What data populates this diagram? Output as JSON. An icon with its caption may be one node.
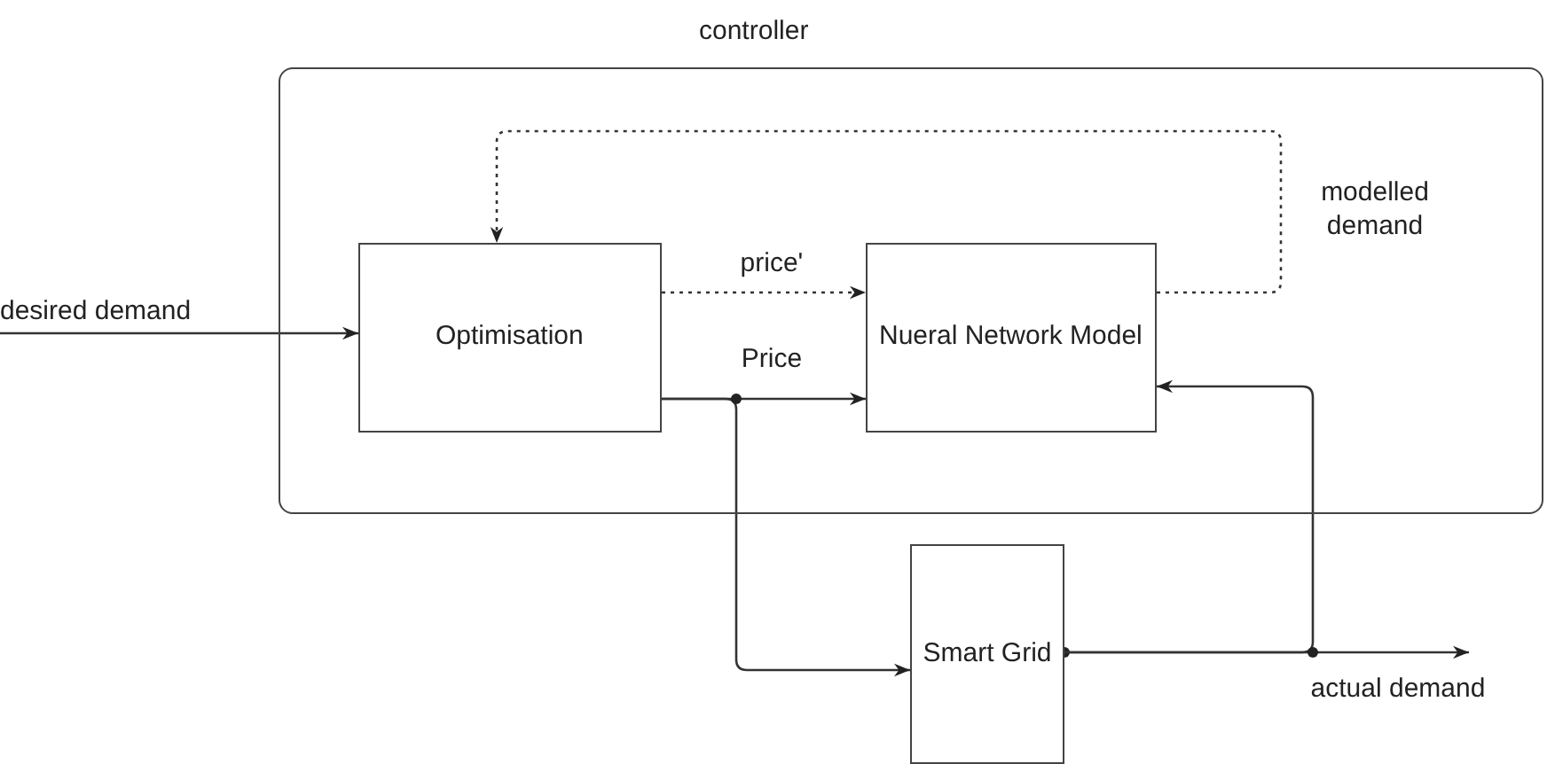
{
  "diagram": {
    "nodes": [
      {
        "text": [
          "controller"
        ]
      },
      {
        "text": [
          "Optimisation"
        ],
        "in": 0
      },
      {
        "text": [
          "Nueral Network Model"
        ],
        "in": 0
      },
      {
        "text": [
          "Smart Grid"
        ]
      },
      {
        "text": [
          "desired demand"
        ]
      }
    ],
    "edges": [
      {
        "from": 4,
        "to": 1,
        "arrow": "to"
      },
      {
        "from": 1,
        "to": 2,
        "arrow": "to",
        "style": "dashed",
        "label": "price'"
      },
      {
        "from": 1,
        "to": 2,
        "arrow": "to",
        "label": "Price"
      },
      {
        "from": 2,
        "to": 1,
        "arrow": "to",
        "style": "dashed",
        "label": "modelled demand"
      },
      {
        "from": 1,
        "to": 3,
        "arrow": "to"
      },
      {
        "from": 3,
        "to": null,
        "arrow": "to",
        "label": "actual demand"
      },
      {
        "from": 3,
        "to": 2,
        "arrow": "to"
      }
    ]
  }
}
